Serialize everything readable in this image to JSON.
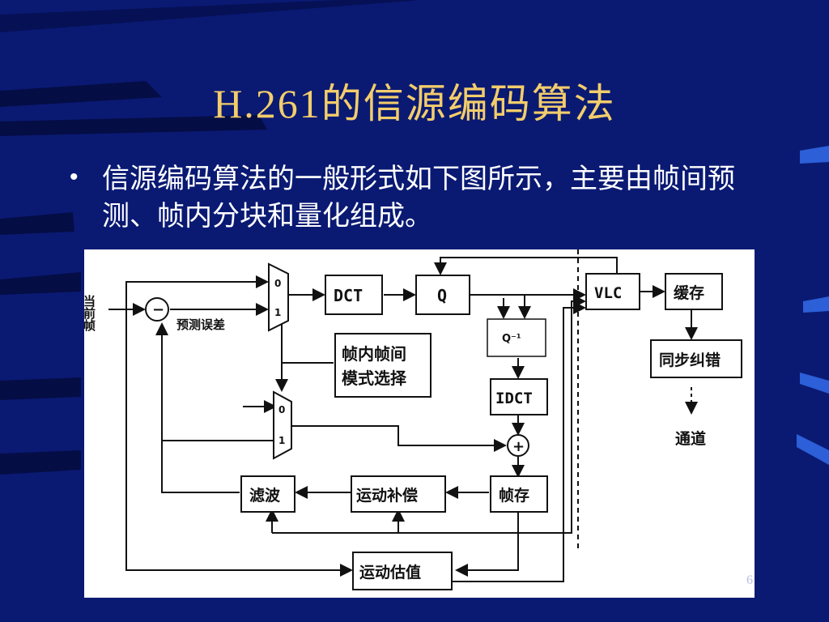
{
  "slide": {
    "title": "H.261的信源编码算法",
    "bullet": "信源编码算法的一般形式如下图所示，主要由帧间预测、帧内分块和量化组成。",
    "page_number": "6"
  },
  "diagram": {
    "input_label": "当前帧",
    "subtractor_symbol": "−",
    "prediction_error_label": "预测误差",
    "mux1_inputs": [
      "0",
      "1"
    ],
    "mux2_inputs": [
      "0",
      "1"
    ],
    "dct_label": "DCT",
    "q_label": "Q",
    "qinv_label": "Q⁻¹",
    "idct_label": "IDCT",
    "adder_symbol": "+",
    "vlc_label": "VLC",
    "buffer_label": "缓存",
    "sync_label": "同步纠错",
    "channel_label": "通道",
    "mode_select_label_line1": "帧内帧间",
    "mode_select_label_line2": "模式选择",
    "frame_store_label": "帧存",
    "motion_comp_label": "运动补偿",
    "filter_label": "滤波",
    "motion_est_label": "运动估值"
  },
  "colors": {
    "background": "#0a1a73",
    "title": "#f3cd6b",
    "text": "#ffffff"
  }
}
